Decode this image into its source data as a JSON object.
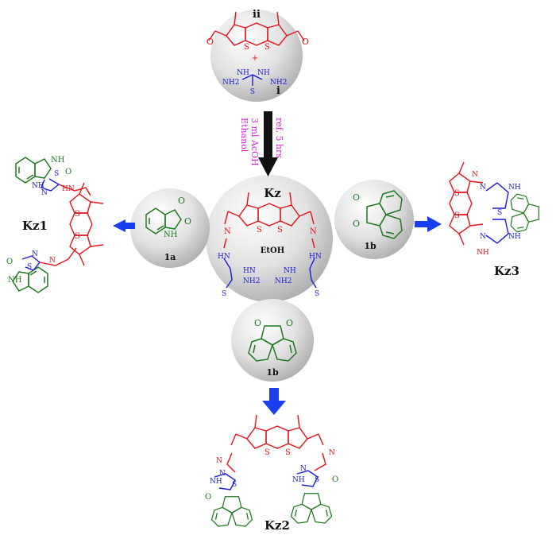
{
  "reagents": {
    "ii": "ii",
    "plus": "+",
    "i": "i",
    "nh": "NH",
    "nh2": "NH2"
  },
  "conditions": {
    "line1": "ref. 5 hrs.",
    "line2": "3 ml AcOH",
    "line3": "Ethanol"
  },
  "intermediate": {
    "label": "Kz",
    "solvent": "EtOH"
  },
  "reactants": {
    "a": "1a",
    "b_right": "1b",
    "b_bottom": "1b"
  },
  "products": {
    "left": "Kz1",
    "right": "Kz3",
    "bottom": "Kz2"
  },
  "atoms": {
    "O": "O",
    "S": "S",
    "N": "N",
    "NH": "NH",
    "NH2": "NH2",
    "HN": "HN"
  },
  "colors": {
    "core": "#e8101a",
    "linker": "#1a1ad6",
    "ring": "#1f7a1f",
    "conditions": "#e020e0",
    "arrow_main": "#111111",
    "arrow_side": "#1a3ff0",
    "sphere": "#b9b9b9"
  }
}
